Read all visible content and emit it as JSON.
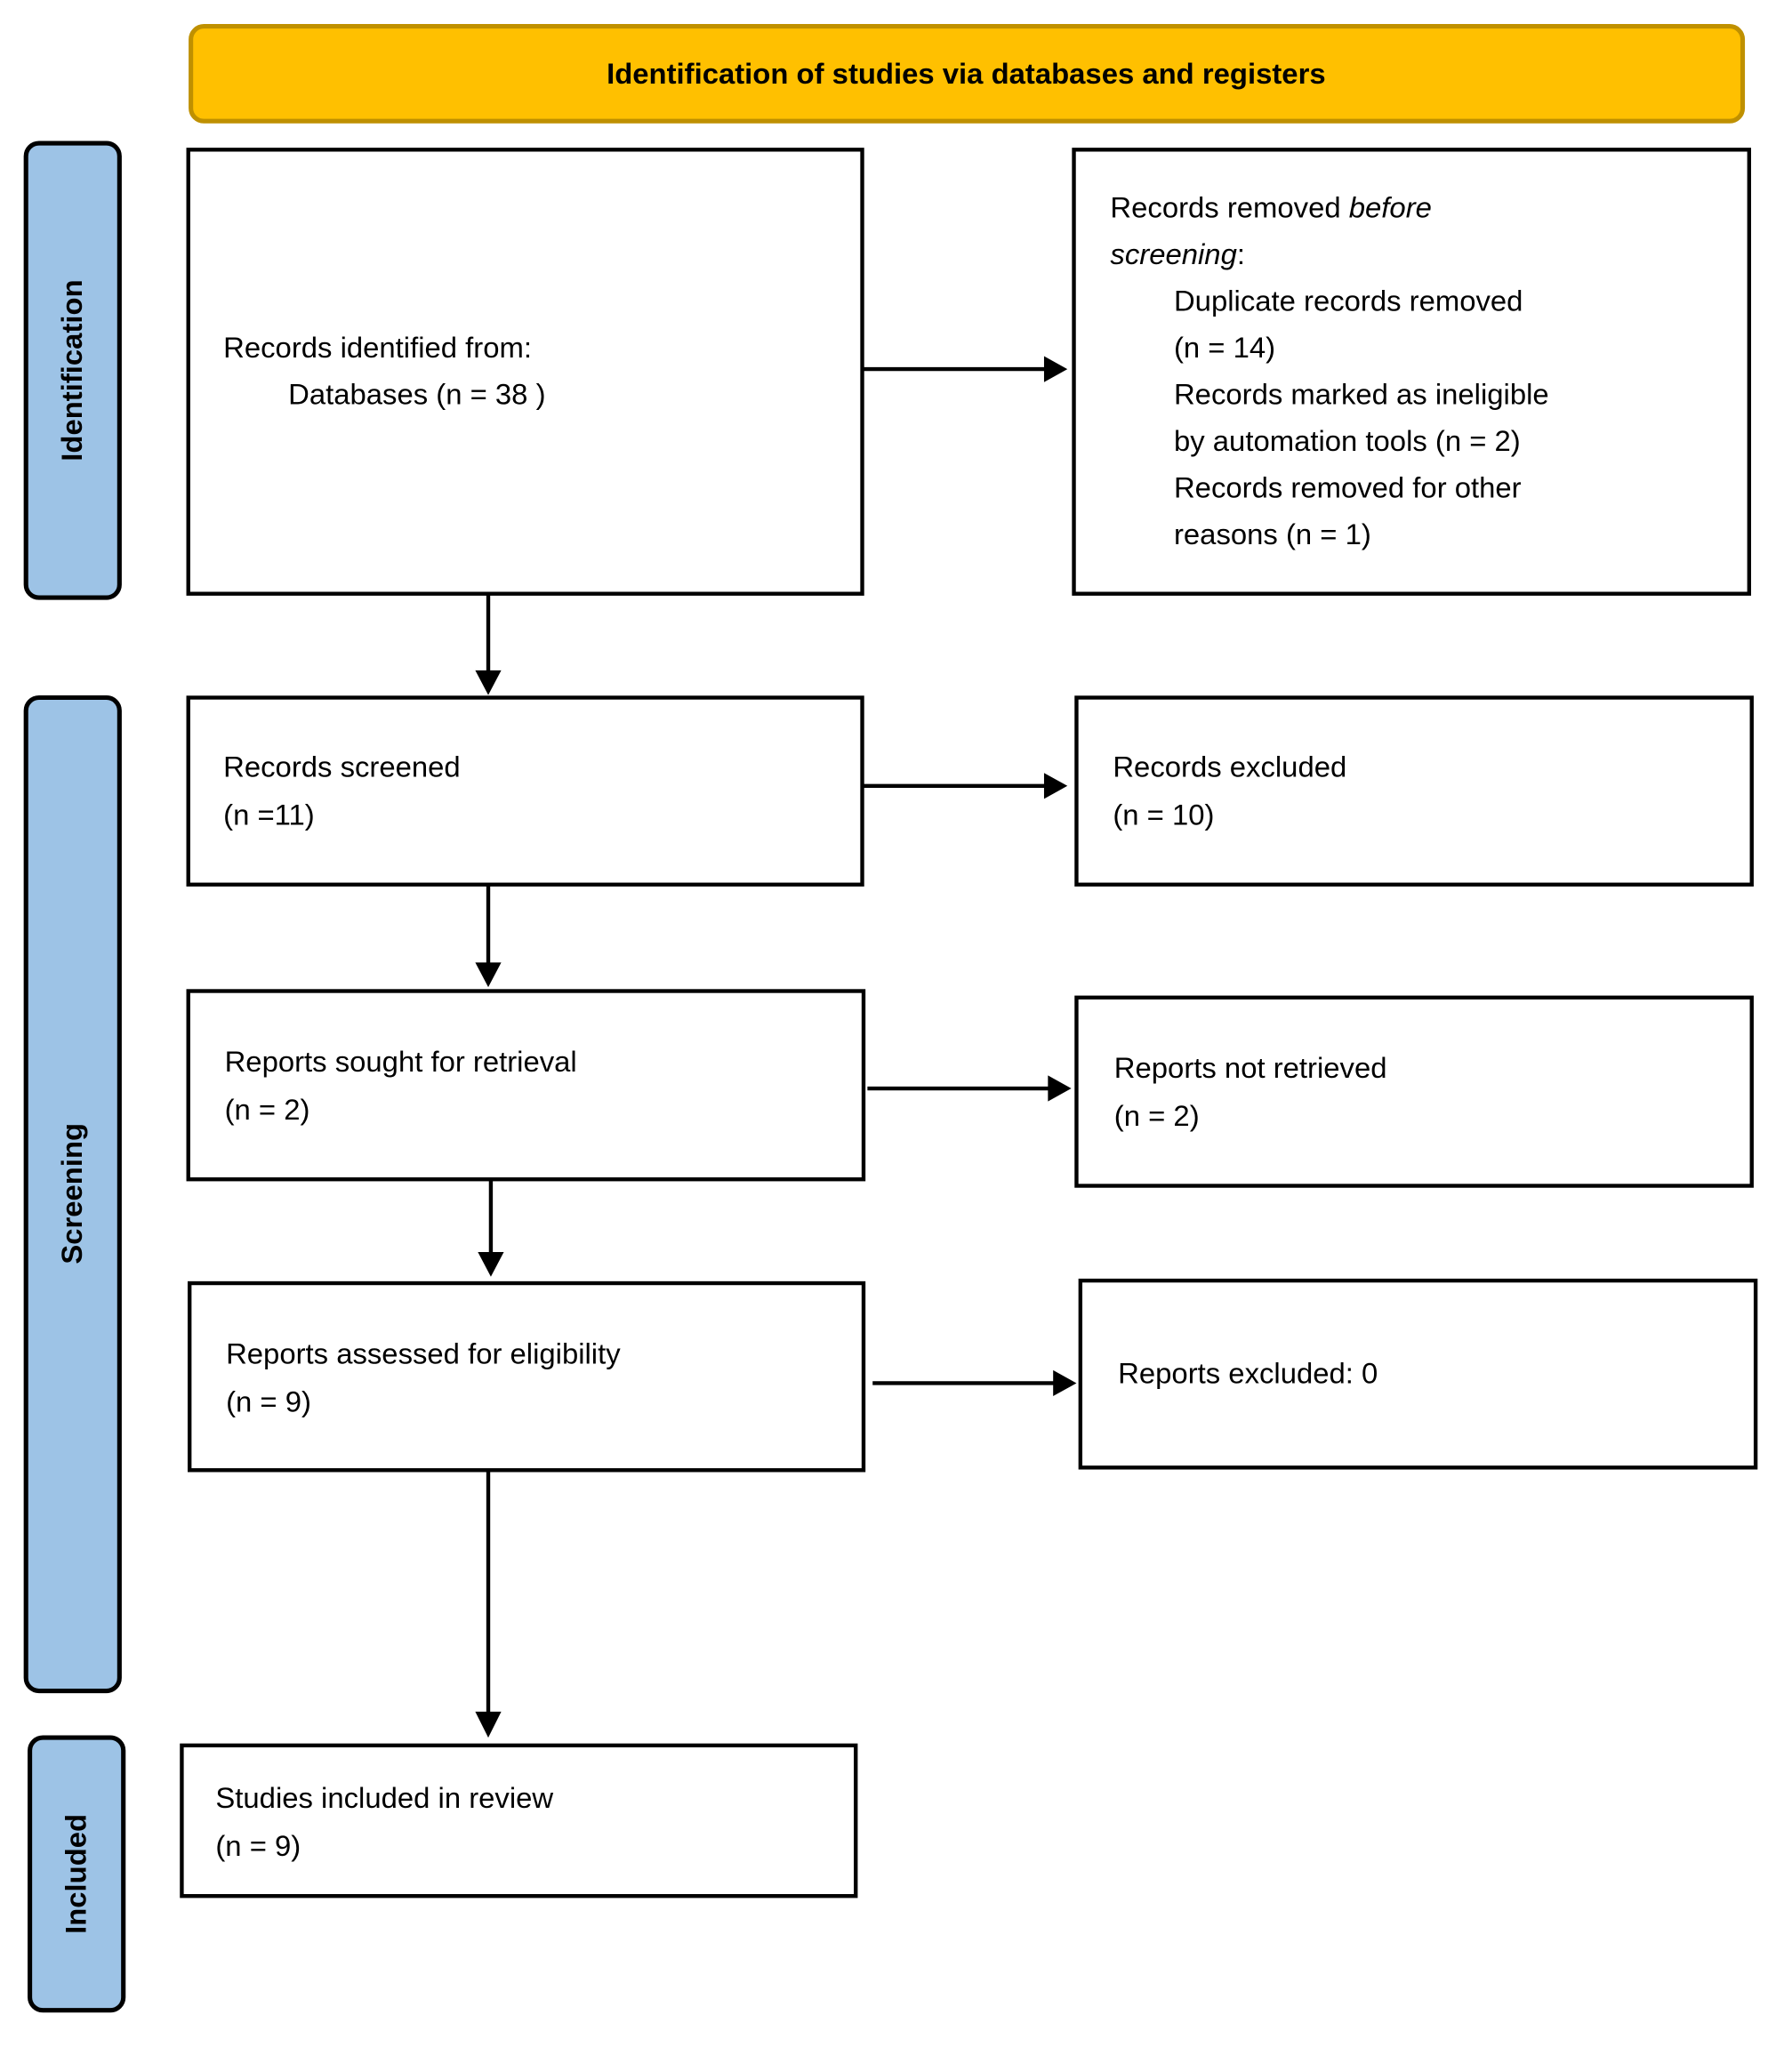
{
  "header": {
    "title": "Identification of studies via databases and registers",
    "fill": "#FFC000",
    "stroke": "#BF9000"
  },
  "phases": {
    "identification": "Identification",
    "screening": "Screening",
    "included": "Included",
    "fill": "#9DC3E6"
  },
  "boxes": {
    "identified": {
      "line1": "Records identified from:",
      "line2": "Databases (n = 38 )"
    },
    "removed": {
      "line1_a": "Records removed ",
      "line1_b": "before",
      "line2_a": "screening",
      "line2_b": ":",
      "items": [
        "Duplicate records removed",
        "(n = 14)",
        "Records marked as ineligible",
        "by automation tools (n = 2)",
        "Records removed for other",
        "reasons (n = 1)"
      ]
    },
    "screened": {
      "line1": "Records screened",
      "line2": "(n =11)"
    },
    "excluded": {
      "line1": "Records excluded",
      "line2": "(n = 10)"
    },
    "sought": {
      "line1": "Reports sought for retrieval",
      "line2": "(n = 2)"
    },
    "not_retrieved": {
      "line1": "Reports not retrieved",
      "line2": "(n = 2)"
    },
    "assessed": {
      "line1": "Reports assessed for eligibility",
      "line2": "(n = 9)"
    },
    "reports_excluded": {
      "line1": "Reports excluded: 0"
    },
    "included": {
      "line1": "Studies included in review",
      "line2": "(n = 9)"
    }
  }
}
